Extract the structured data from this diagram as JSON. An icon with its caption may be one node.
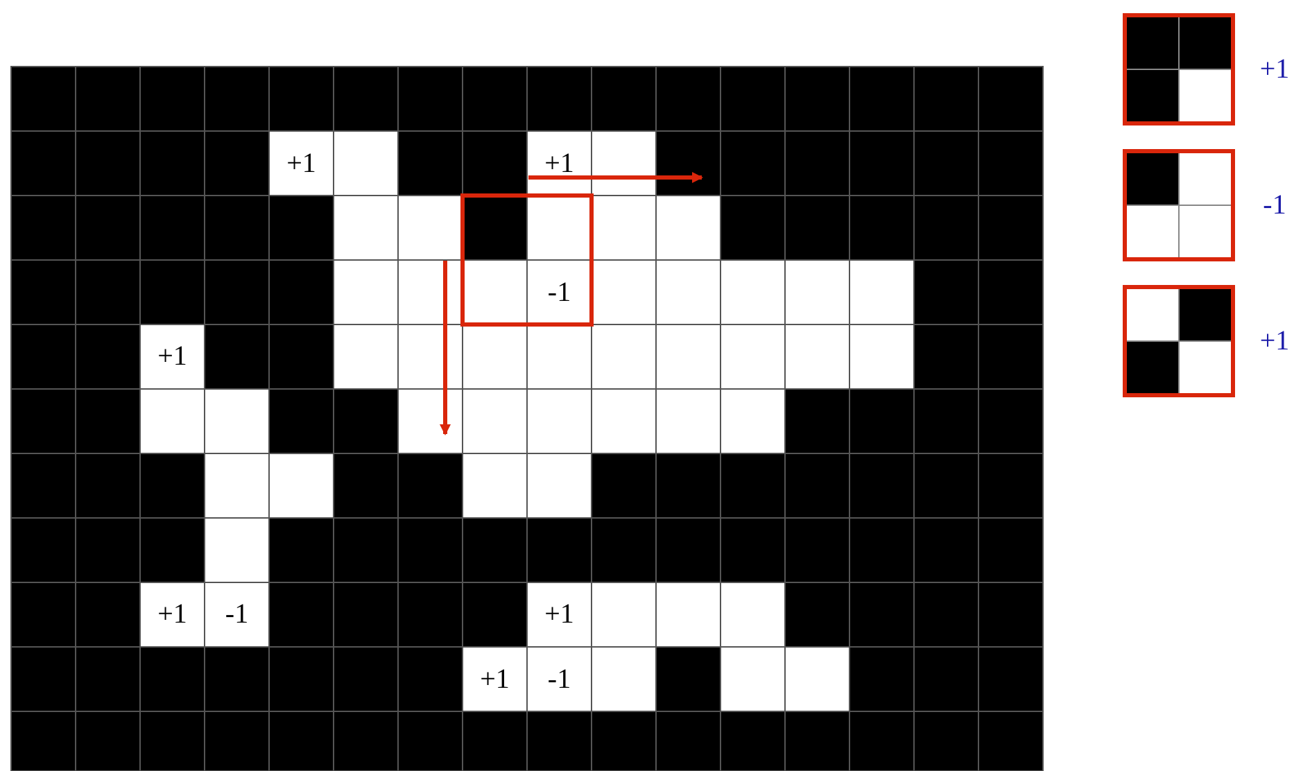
{
  "diagram": {
    "labels": [
      "+1",
      "+1",
      "-1",
      "+1",
      "+1",
      "-1",
      "+1",
      "+1",
      "-1",
      "+1",
      "-1",
      "+1"
    ]
  }
}
